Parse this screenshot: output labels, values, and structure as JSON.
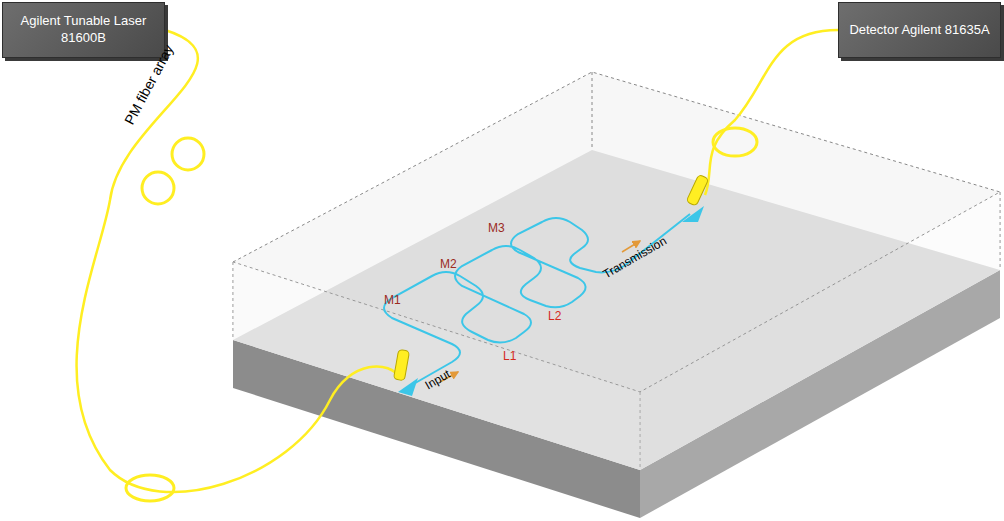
{
  "diagram": {
    "nodes": [
      {
        "text": [
          "Agilent Tunable Laser 81600B"
        ]
      },
      {
        "text": [
          "Detector Agilent 81635A"
        ]
      }
    ],
    "labels": [
      "PM fiber array",
      "M1",
      "M2",
      "M3",
      "L1",
      "L2",
      "Input",
      "Transmission"
    ]
  }
}
